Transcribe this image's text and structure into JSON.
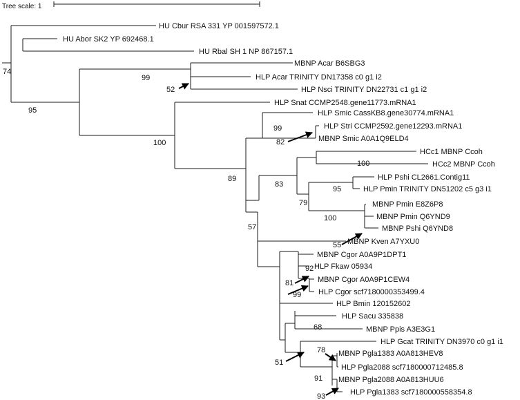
{
  "scale": {
    "label": "Tree scale: 1"
  },
  "tree": {
    "leaves": [
      "HU Cbur RSA 331 YP 001597572.1",
      "HU Abor SK2 YP 692468.1",
      "HU Rbal SH 1 NP 867157.1",
      "MBNP Acar B6SBG3",
      "HLP Acar TRINITY DN17358 c0 g1 i2",
      "HLP Nsci TRINITY DN22731 c1 g1 i2",
      "HLP Snat CCMP2548.gene11773.mRNA1",
      "HLP Smic CassKB8.gene30774.mRNA1",
      "HLP Stri CCMP2592.gene12293.mRNA1",
      "MBNP Smic A0A1Q9ELD4",
      "HCc1 MBNP Ccoh",
      "HCc2 MBNP Ccoh",
      "HLP Pshi CL2661.Contig11",
      "HLP Pmin TRINITY DN51202 c5 g3 i1",
      "MBNP Pmin E8Z6P8",
      "MBNP Pmin Q6YND9",
      "MBNP Pshi Q6YND8",
      "MBNP Kven A7YXU0",
      "MBNP Cgor A0A9P1DPT1",
      "HLP Fkaw 05934",
      "MBNP Cgor A0A9P1CEW4",
      "HLP Cgor scf7180000353499.4",
      "HLP Bmin 120152602",
      "HLP Sacu 335838",
      "MBNP Ppis A3E3G1",
      "HLP Gcat TRINITY DN3970 c0 g1 i1",
      "MBNP Pgla1383 A0A813HEV8",
      "HLP Pgla2088 scf7180000712485.8",
      "MBNP Pgla2088 A0A813HUU6",
      "HLP Pgla1383 scf7180000558354.8"
    ],
    "support": [
      "74",
      "99",
      "52",
      "95",
      "100",
      "99",
      "82",
      "89",
      "100",
      "83",
      "95",
      "79",
      "100",
      "55",
      "57",
      "92",
      "81",
      "99",
      "68",
      "78",
      "51",
      "91",
      "93"
    ]
  }
}
